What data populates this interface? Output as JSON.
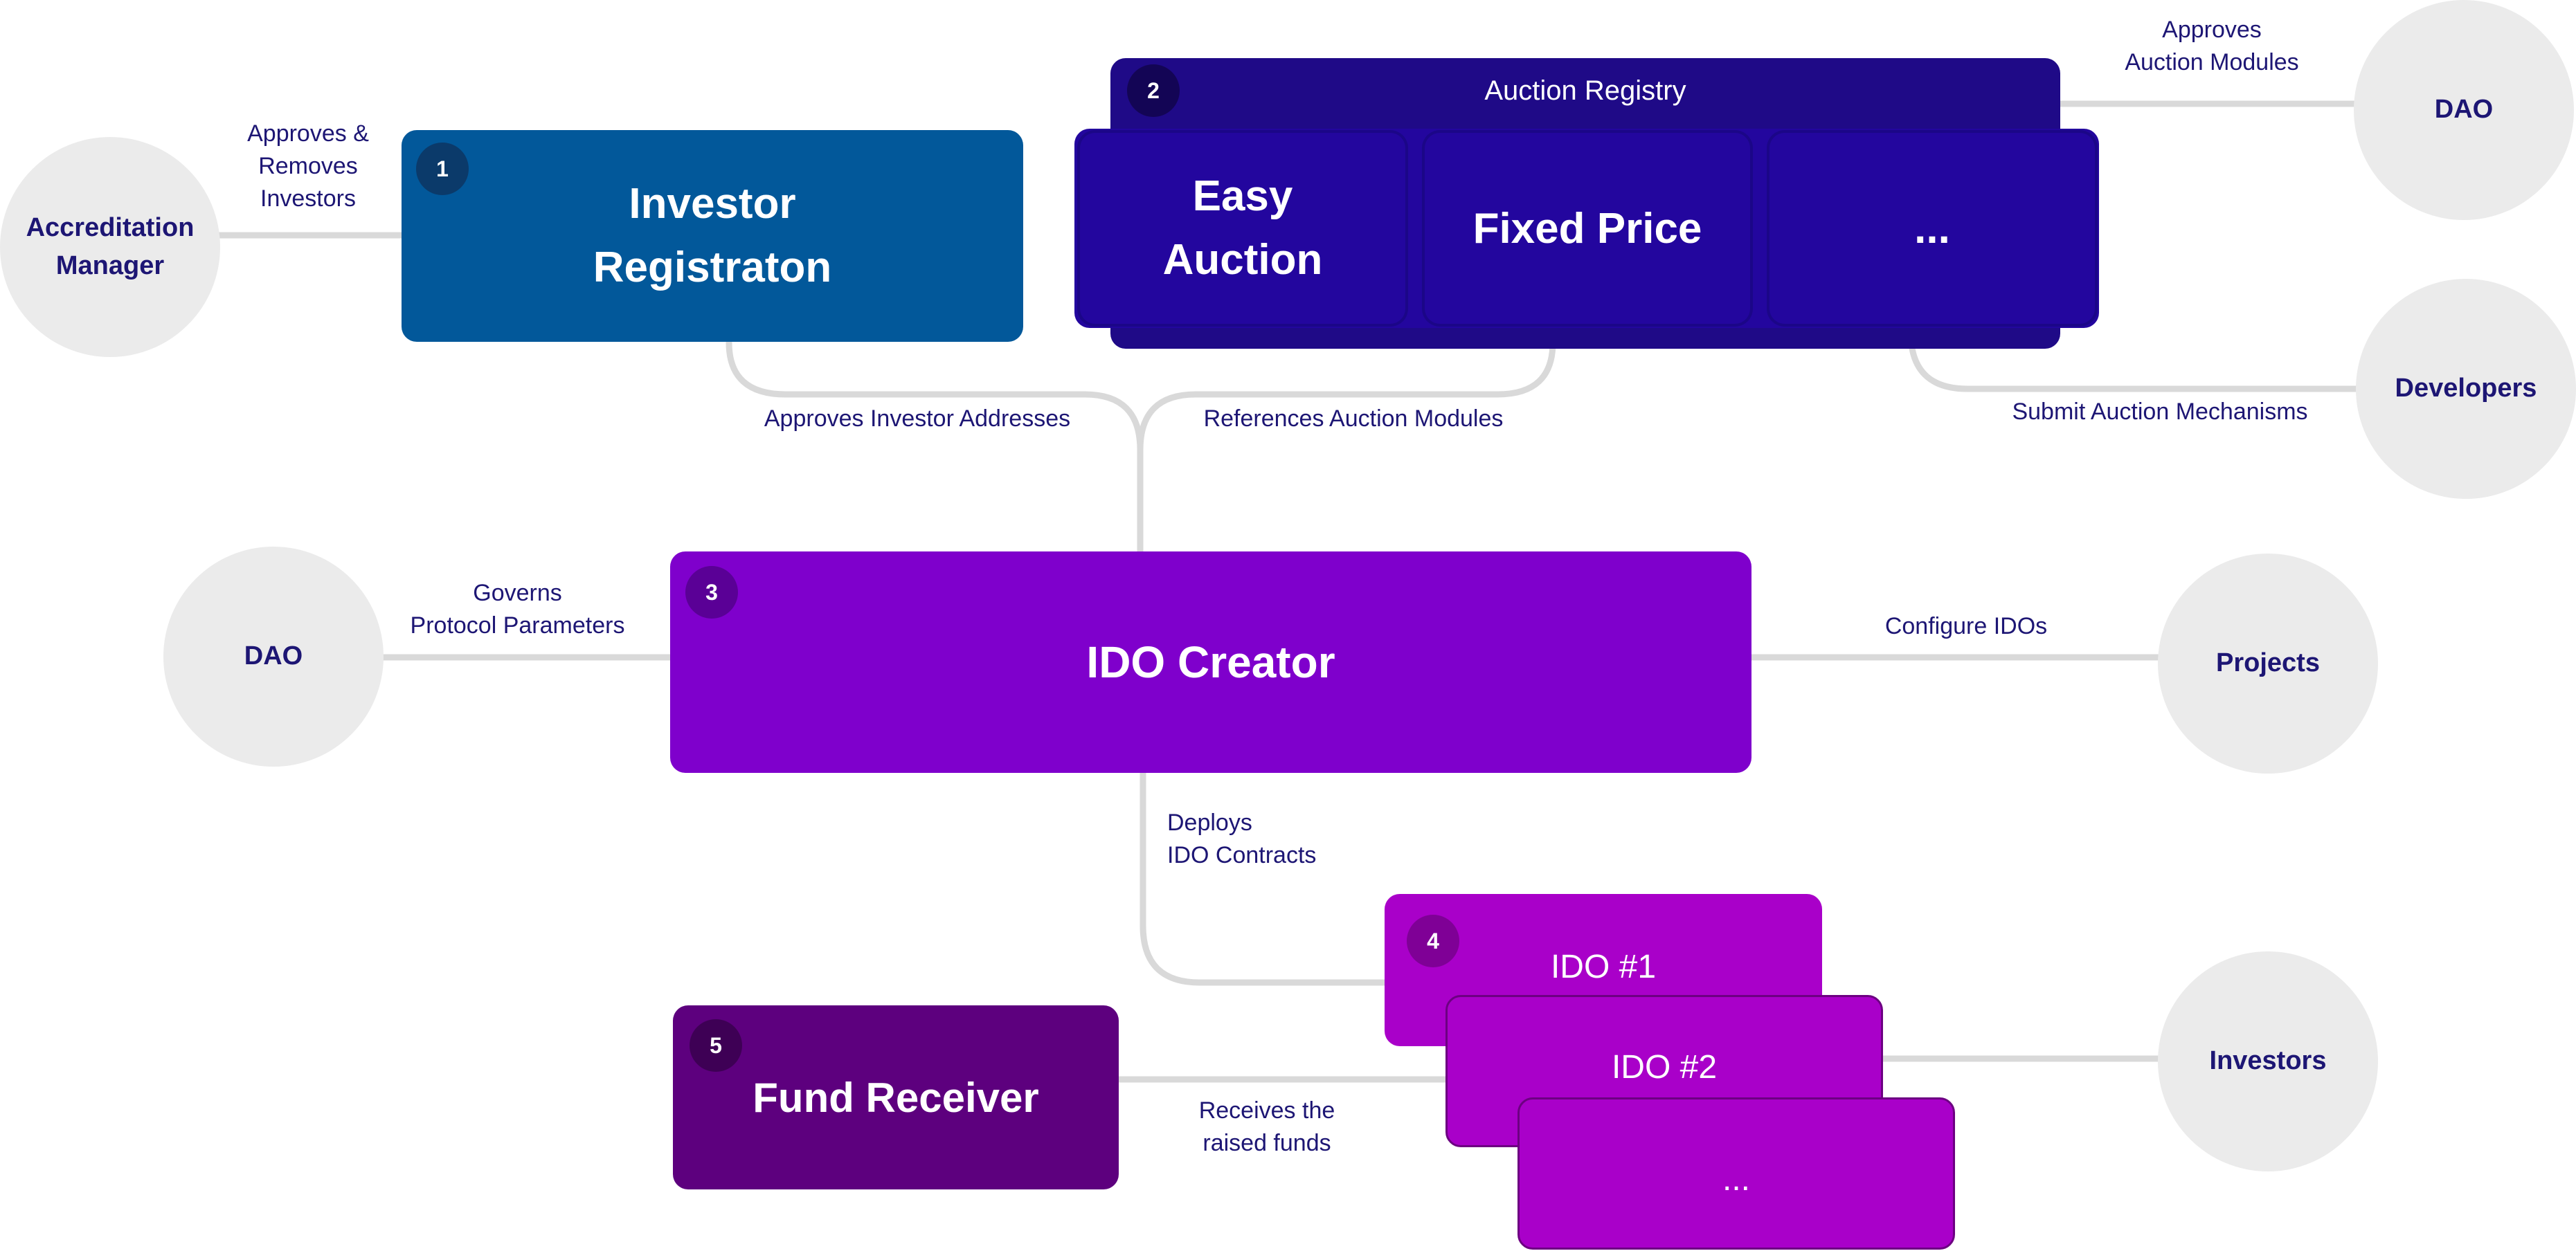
{
  "colors": {
    "connector": "#d9d9d9",
    "circle_fill": "#ebebeb",
    "dark_text": "#1d1674",
    "investor_registration": "#02589a",
    "auction_registry": "#1f0a87",
    "auction_module": "#23069e",
    "ido_creator": "#7f00cc",
    "ido_contract": "#a900c9",
    "fund_receiver": "#5d007e"
  },
  "actors": {
    "accreditation_manager": "Accreditation\nManager",
    "dao_top": "DAO",
    "developers": "Developers",
    "dao_left": "DAO",
    "projects": "Projects",
    "investors": "Investors"
  },
  "components": {
    "investor_registration": {
      "badge": "1",
      "title": "Investor\nRegistraton"
    },
    "auction_registry": {
      "badge": "2",
      "title": "Auction Registry",
      "modules": [
        "Easy\nAuction",
        "Fixed Price",
        "..."
      ]
    },
    "ido_creator": {
      "badge": "3",
      "title": "IDO Creator"
    },
    "ido_contracts": {
      "badge": "4",
      "items": [
        "IDO #1",
        "IDO #2",
        "..."
      ]
    },
    "fund_receiver": {
      "badge": "5",
      "title": "Fund Receiver"
    }
  },
  "edge_labels": {
    "approves_removes_investors": "Approves &\nRemoves\nInvestors",
    "approves_auction_modules": "Approves\nAuction Modules",
    "submit_auction_mechanisms": "Submit Auction Mechanisms",
    "approves_investor_addresses": "Approves Investor Addresses",
    "references_auction_modules": "References Auction Modules",
    "governs_protocol_parameters": "Governs\nProtocol Parameters",
    "configure_idos": "Configure IDOs",
    "deploys_ido_contracts": "Deploys\nIDO Contracts",
    "receives_raised_funds": "Receives the\nraised funds"
  }
}
